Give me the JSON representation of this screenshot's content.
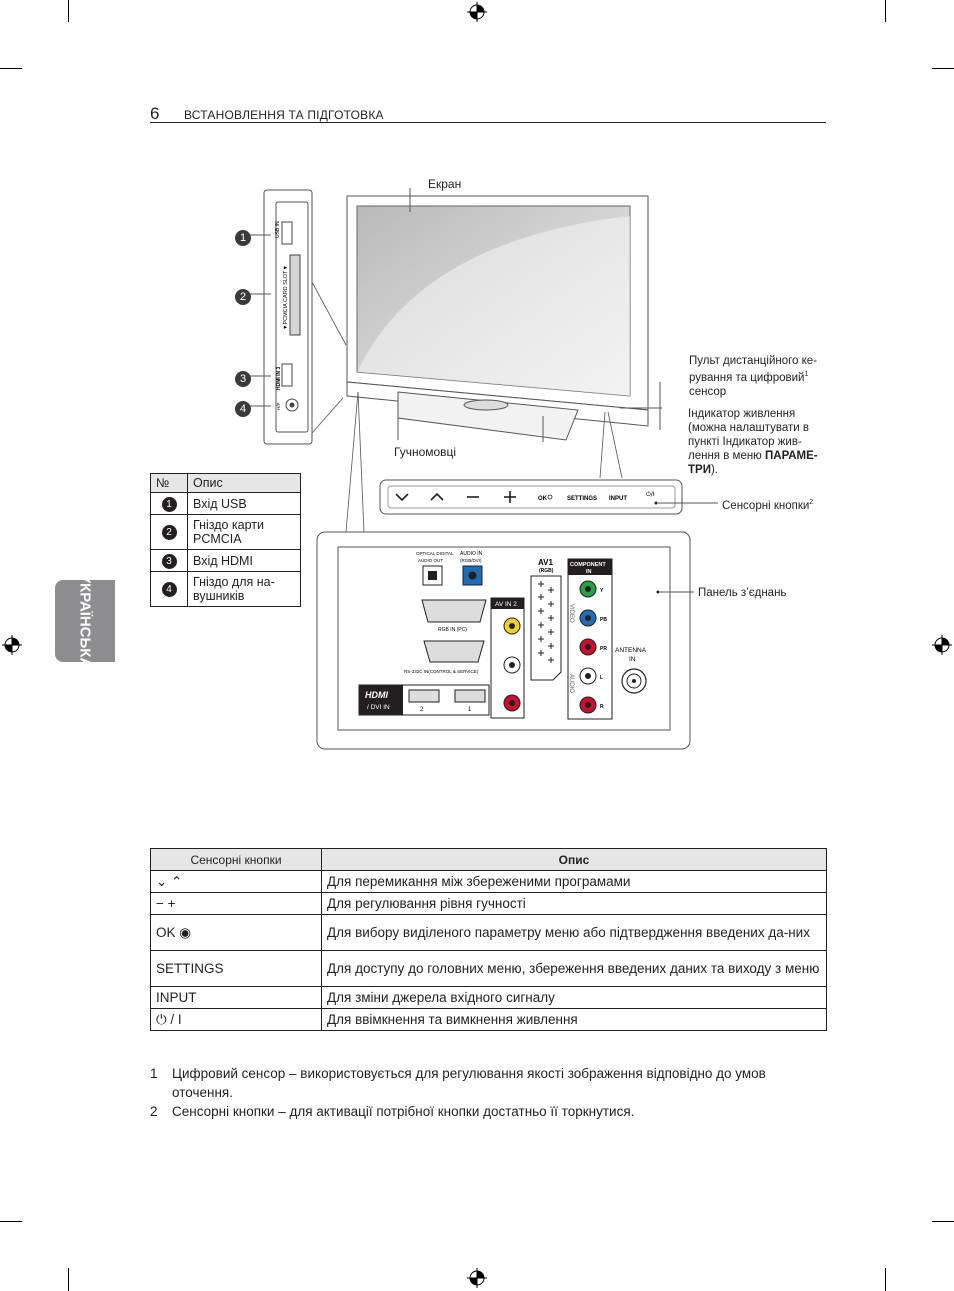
{
  "header": {
    "page_number": "6",
    "section_title": "ВСТАНОВЛЕННЯ ТА ПІДГОТОВКА"
  },
  "side_tab": "УКРАЇНСЬКА",
  "diagram": {
    "screen_label": "Екран",
    "speakers_label": "Гучномовці",
    "remote_sensor_label": [
      "Пульт дистанційного ке-",
      "рування та цифровий",
      "сенсор"
    ],
    "remote_sensor_sup": "1",
    "power_indicator_label": [
      "Індикатор живлення",
      "(можна налаштувати в",
      "пункті Індикатор жив-",
      "лення в меню "
    ],
    "power_indicator_bold": "ПАРАМЕ-",
    "power_indicator_bold2": "ТРИ",
    "power_indicator_tail": ").",
    "touch_buttons_label": "Сенсорні кнопки",
    "touch_buttons_sup": "2",
    "connection_panel_label": "Панель з’єднань",
    "callouts": [
      "1",
      "2",
      "3",
      "4"
    ],
    "touch_bar": {
      "ok": "OK",
      "settings": "SETTINGS",
      "input": "INPUT",
      "power": "⏻/I"
    },
    "side_ports": {
      "usb": "USB IN",
      "pcmcia": "▼PCMCIA CARD SLOT▼",
      "hdmi": "HDMI IN 3",
      "headphone": "H/P"
    },
    "rear": {
      "optical": "OPTICAL DIGITAL AUDIO OUT",
      "audio_in": "AUDIO IN (RGB/DVI)",
      "rgb_in": "RGB IN (PC)",
      "rs232": "RS-232C IN(CONTROL & SERVICE)",
      "hdmi_dvi": "/ DVI IN",
      "hdmi_logo": "HDMI",
      "hdmi_ports": [
        "2",
        "1"
      ],
      "av_in2": "AV IN 2",
      "av1": "AV1",
      "av1_sub": "(RGB)",
      "component": "COMPONENT IN",
      "video": "VIDEO",
      "audio": "AUDIO",
      "comp_letters": [
        "Y",
        "PB",
        "PR",
        "L",
        "R"
      ],
      "antenna": "ANTENNA IN"
    }
  },
  "ports_table": {
    "headers": [
      "№",
      "Опис"
    ],
    "rows": [
      {
        "num": "1",
        "desc": [
          "Вхід USB"
        ]
      },
      {
        "num": "2",
        "desc": [
          "Гніздо карти",
          "PCMCIA"
        ]
      },
      {
        "num": "3",
        "desc": [
          "Вхід HDMI"
        ]
      },
      {
        "num": "4",
        "desc": [
          "Гніздо для на-",
          "вушників"
        ]
      }
    ]
  },
  "buttons_table": {
    "headers": [
      "Сенсорні кнопки",
      "Опис"
    ],
    "rows": [
      {
        "key": "⌄ ⌃",
        "desc": "Для перемикання між збереженими програмами"
      },
      {
        "key": "− +",
        "desc": "Для регулювання рівня гучності"
      },
      {
        "key": "OK ◉",
        "desc": "Для вибору виділеного параметру меню або підтвердження введених да-них"
      },
      {
        "key": "SETTINGS",
        "desc": "Для доступу до головних меню, збереження введених даних та виходу з меню"
      },
      {
        "key": "INPUT",
        "desc": "Для зміни джерела вхідного сигналу"
      },
      {
        "key": "⏻ / I",
        "desc": "Для ввімкнення та вимкнення живлення"
      }
    ]
  },
  "footnotes": [
    {
      "num": "1",
      "text": "Цифровий сенсор – використовується для регулювання якості зображення відповідно до умов",
      "text2": "оточення."
    },
    {
      "num": "2",
      "text": "Сенсорні кнопки – для активації потрібної кнопки достатньо її торкнутися."
    }
  ]
}
